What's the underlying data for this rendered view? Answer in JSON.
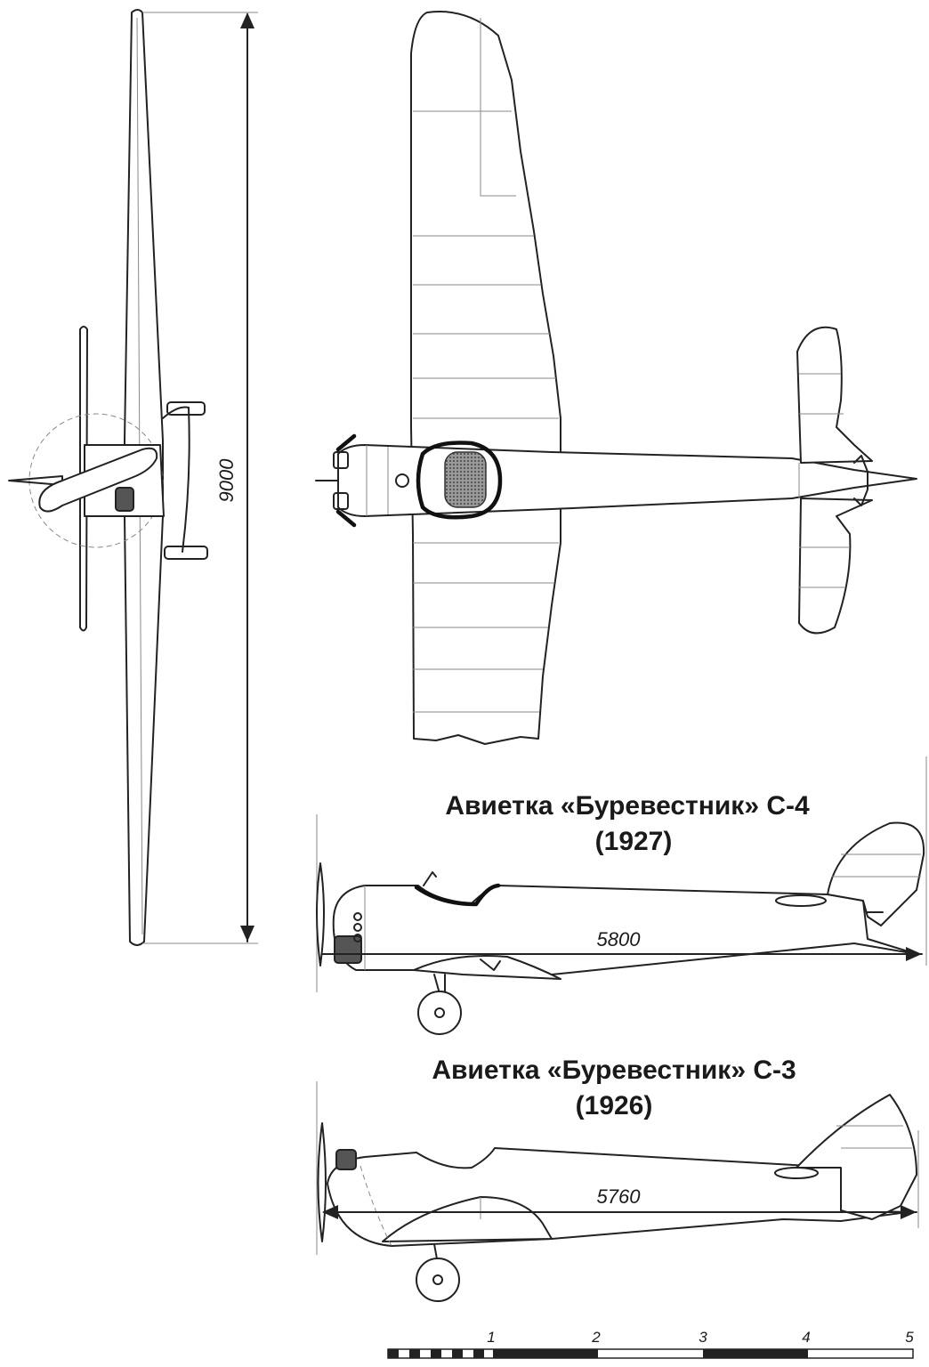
{
  "drawing": {
    "front_view": {
      "span_label": "9000"
    },
    "top_view": {},
    "side_c4": {
      "title": "Авиетка «Буревестник» С-4",
      "year": "(1927)",
      "length_label": "5800"
    },
    "side_c3": {
      "title": "Авиетка «Буревестник» С-3",
      "year": "(1926)",
      "length_label": "5760"
    },
    "scale_bar": {
      "labels": [
        "1",
        "2",
        "3",
        "4",
        "5"
      ]
    }
  }
}
